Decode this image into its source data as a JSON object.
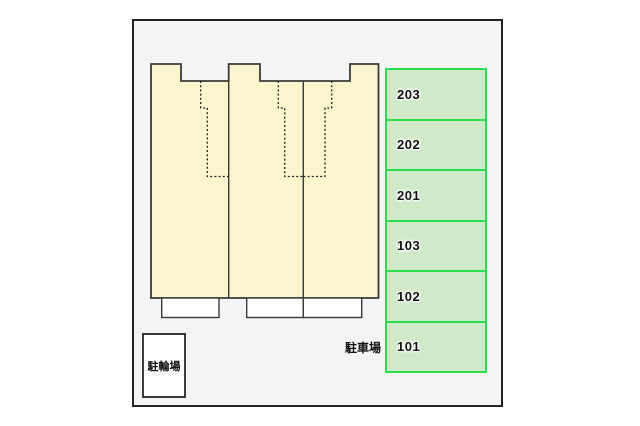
{
  "plan": {
    "building": {
      "type": "apartment-outline",
      "units_ground_dividers": 2,
      "dashed_outlines": "second-floor-unit-boundaries",
      "entrance_porches": 3
    },
    "parking": {
      "area_label": "駐車場",
      "spaces": [
        "203",
        "202",
        "201",
        "103",
        "102",
        "101"
      ]
    },
    "bicycle": {
      "label": "駐輪場"
    }
  },
  "colors": {
    "page_bg": "#ffffff",
    "frame_bg": "#f4f4f4",
    "frame_border": "#222222",
    "building_fill": "#faf5cc",
    "building_border": "#3a3a3a",
    "parking_fill": "#cfe9c9",
    "parking_border": "#2bdc4e",
    "porch_fill": "#ffffff",
    "text": "#111111"
  }
}
